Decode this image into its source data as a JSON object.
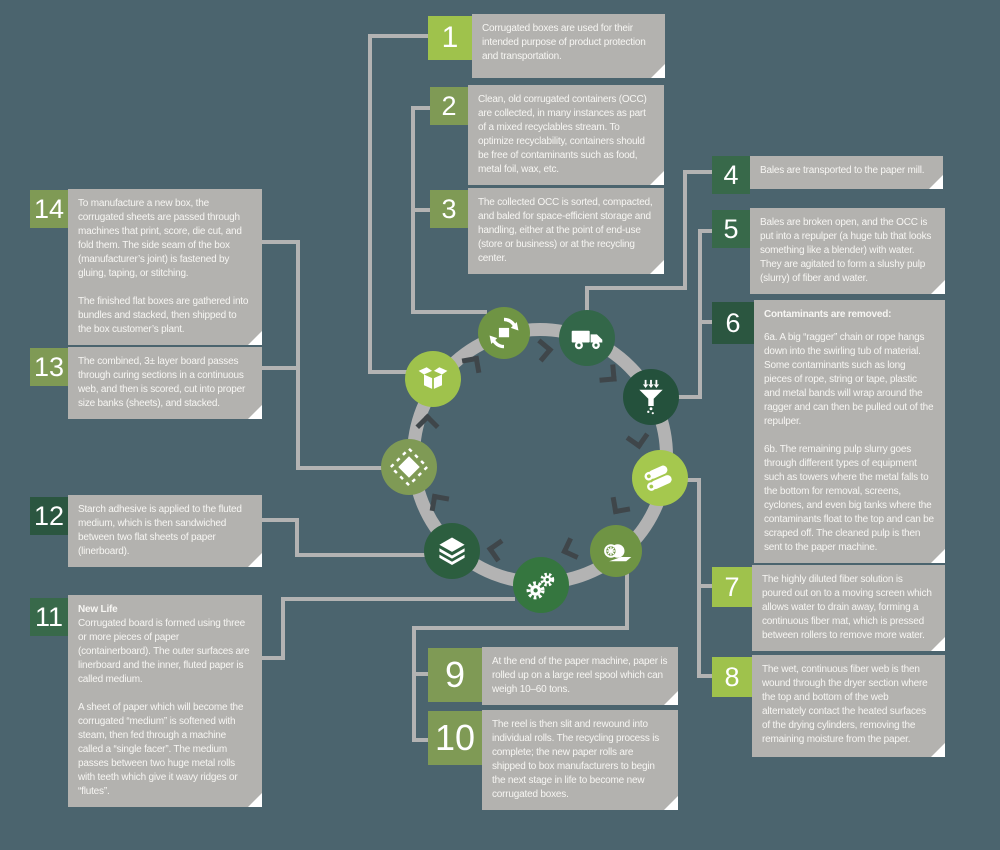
{
  "title": "Corrugated box recycling cycle infographic",
  "colors": {
    "background": "#4b646e",
    "box_background": "#b3b2af",
    "box_text": "#f7f6f3",
    "connector": "#b3b3b3",
    "badge_lime": "#9fc24c",
    "badge_olive": "#7f9a55",
    "badge_forest": "#38694a",
    "badge_deep": "#2b5640",
    "arrow": "#3f464a"
  },
  "cycle": {
    "ring_color": "#b3b3b3",
    "arrow_color": "#3f464a",
    "icons": [
      {
        "name": "open-box-icon",
        "color": "#9fc24c"
      },
      {
        "name": "recycle-box-icon",
        "color": "#6f9444"
      },
      {
        "name": "truck-icon",
        "color": "#336749"
      },
      {
        "name": "funnel-icon",
        "color": "#24513c"
      },
      {
        "name": "paper-rolls-icon",
        "color": "#a5c84e"
      },
      {
        "name": "reel-spool-icon",
        "color": "#6f9444"
      },
      {
        "name": "gears-icon",
        "color": "#35763f"
      },
      {
        "name": "layered-board-icon",
        "color": "#2c5e3f"
      },
      {
        "name": "corrugated-sheet-icon",
        "color": "#7f9a55"
      }
    ]
  },
  "steps": [
    {
      "number": "1",
      "text": "Corrugated boxes are used for their intended purpose of product protection and transportation."
    },
    {
      "number": "2",
      "text": "Clean, old corrugated containers (OCC) are collected, in many instances as part of a mixed recyclables stream. To optimize recyclability, containers should be free of contaminants such as food, metal foil, wax, etc."
    },
    {
      "number": "3",
      "text": "The collected OCC is sorted, compacted, and baled for space-efficient storage and handling, either at the point of end-use (store or business) or at the recycling center."
    },
    {
      "number": "4",
      "text": "Bales are transported to the paper mill."
    },
    {
      "number": "5",
      "text": "Bales are broken open, and the OCC is put into a repulper (a huge tub that looks something like a blender) with water. They are agitated to form a slushy pulp (slurry) of fiber and water."
    },
    {
      "number": "6",
      "heading": "Contaminants are removed:",
      "text": "6a. A big “ragger” chain or rope hangs down into the swirling tub of material. Some contaminants such as long pieces of rope, string or tape, plastic and metal bands will wrap around the ragger and can then be pulled out of the repulper.\n\n6b. The remaining pulp slurry goes through different types of equipment such as towers where the metal falls to the bottom for removal, screens, cyclones, and even big tanks where the contaminants float to the top and can be scraped off. The cleaned pulp is then sent to the paper machine."
    },
    {
      "number": "7",
      "text": "The highly diluted fiber solution is poured out on to a moving screen which allows water to drain away, forming a continuous fiber mat, which is pressed between rollers to remove more water."
    },
    {
      "number": "8",
      "text": "The wet, continuous fiber web is then wound through the dryer section where the top and bottom of the web alternately contact the heated surfaces of the drying cylinders, removing the remaining moisture from the paper."
    },
    {
      "number": "9",
      "text": "At the end of the paper machine, paper is rolled up on a large reel spool which can weigh 10–60 tons."
    },
    {
      "number": "10",
      "text": "The reel is then slit and rewound into individual rolls. The recycling process is complete; the new paper rolls are shipped to box manufacturers to begin the next stage in life to become new corrugated boxes."
    },
    {
      "number": "11",
      "heading": "New Life",
      "text": "Corrugated board is formed using three or more pieces of paper (containerboard). The outer surfaces are linerboard and the inner, fluted paper is called medium.\n\nA sheet of paper which will become the corrugated “medium” is softened with steam, then fed through a machine called a “single facer”. The medium passes between two huge metal rolls with teeth which give it wavy ridges or “flutes”."
    },
    {
      "number": "12",
      "text": "Starch adhesive is applied to the fluted medium, which is then sandwiched between two flat sheets of paper (linerboard)."
    },
    {
      "number": "13",
      "text": "The combined, 3± layer board passes through curing sections in a continuous web, and then is scored, cut into proper size banks (sheets), and stacked."
    },
    {
      "number": "14",
      "text": "To manufacture a new box, the corrugated sheets are passed through machines that print, score, die cut, and fold them. The side seam of the box (manufacturer’s joint) is fastened by gluing, taping, or stitching.\n\nThe finished flat boxes are gathered into bundles and stacked, then shipped to the box customer’s plant."
    }
  ]
}
